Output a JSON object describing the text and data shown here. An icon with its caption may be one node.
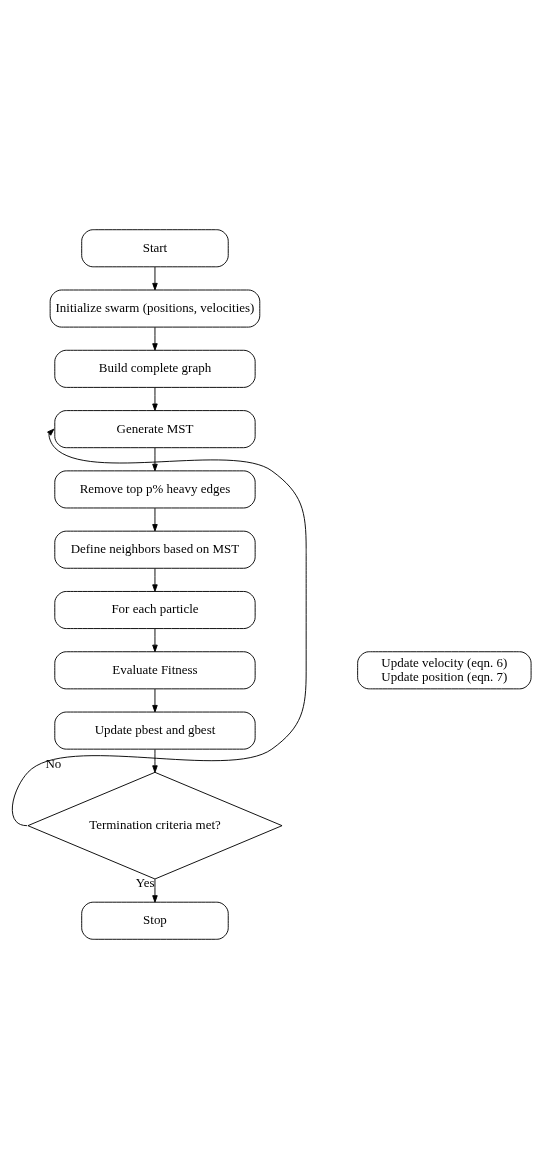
{
  "diagram": {
    "nodes": [
      {
        "text": [
          "Start"
        ]
      },
      {
        "text": [
          "Initialize swarm (positions, velocities)"
        ]
      },
      {
        "text": [
          "Build complete graph"
        ]
      },
      {
        "text": [
          "Generate MST"
        ]
      },
      {
        "text": [
          "Remove top p% heavy edges"
        ]
      },
      {
        "text": [
          "Define neighbors based on MST"
        ]
      },
      {
        "text": [
          "For each particle"
        ]
      },
      {
        "text": [
          "Update velocity (eqn. 6)",
          "Update position (eqn. 7)"
        ]
      },
      {
        "text": [
          "Evaluate Fitness"
        ]
      },
      {
        "text": [
          "Update pbest and gbest"
        ]
      },
      {
        "text": [
          "Termination criteria met?"
        ]
      },
      {
        "text": [
          "Stop"
        ]
      }
    ],
    "edges": [
      {
        "from": 0,
        "to": 1,
        "arrow": "to"
      },
      {
        "from": 1,
        "to": 2,
        "arrow": "to"
      },
      {
        "from": 2,
        "to": 3,
        "arrow": "to"
      },
      {
        "from": 3,
        "to": 4,
        "arrow": "to"
      },
      {
        "from": 4,
        "to": 5,
        "arrow": "to"
      },
      {
        "from": 5,
        "to": 6,
        "arrow": "to"
      },
      {
        "from": 6,
        "to": 8,
        "arrow": "to"
      },
      {
        "from": 8,
        "to": 9,
        "arrow": "to"
      },
      {
        "from": 9,
        "to": 10,
        "arrow": "to"
      },
      {
        "from": 10,
        "to": 11,
        "arrow": "to",
        "label": "Yes"
      },
      {
        "from": 10,
        "to": 3,
        "arrow": "to",
        "label": "No"
      }
    ]
  }
}
